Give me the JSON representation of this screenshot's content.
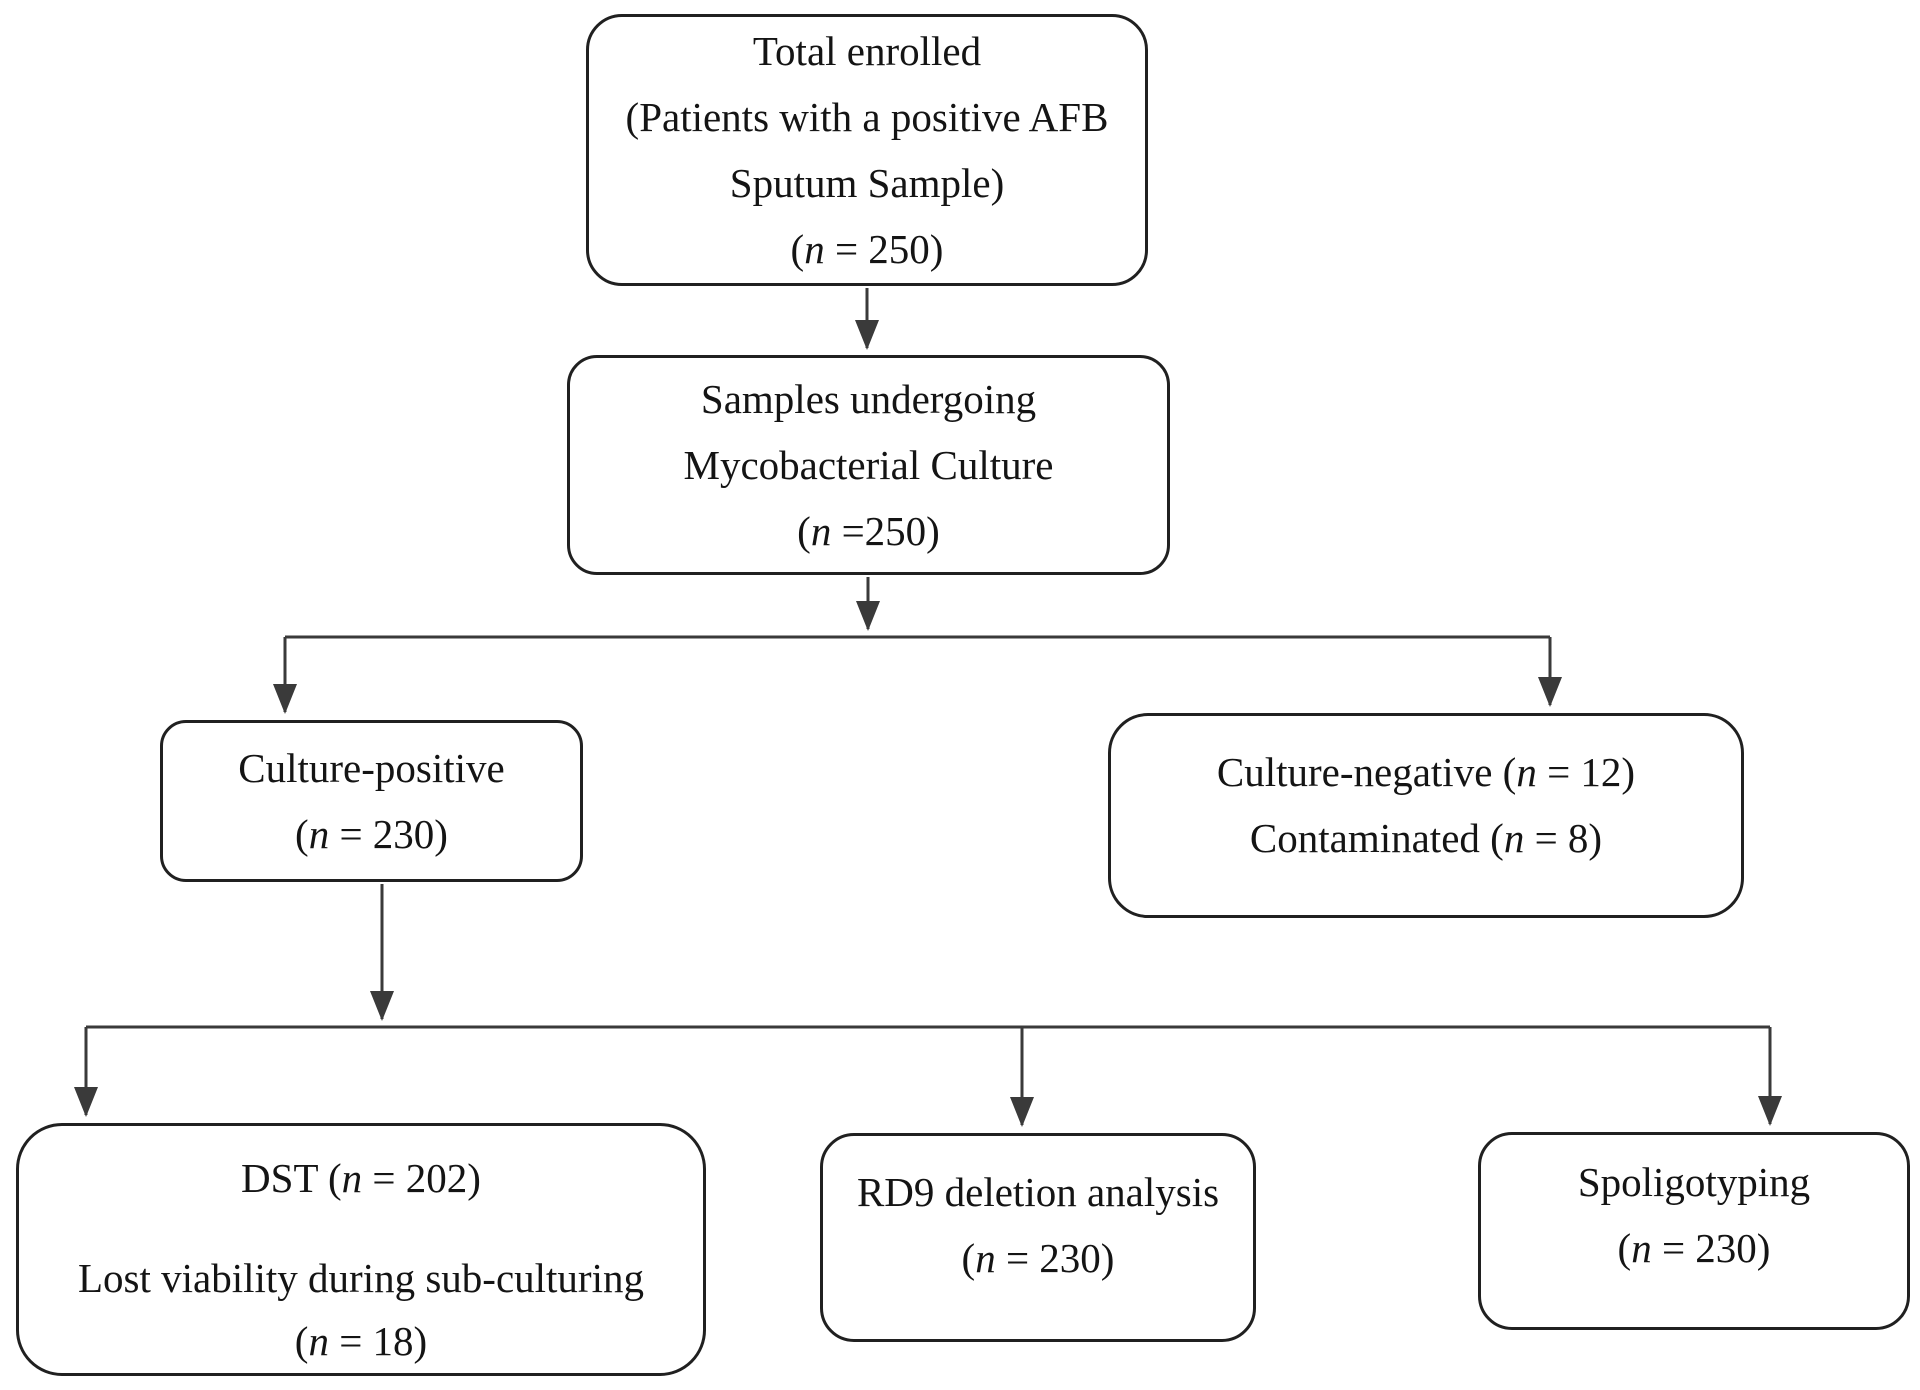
{
  "nodes": {
    "total_enrolled": {
      "lines": [
        "Total enrolled",
        "(Patients with a positive AFB",
        "Sputum Sample)",
        "(n = 250)"
      ]
    },
    "mycobacterial_culture": {
      "lines": [
        "Samples undergoing",
        "Mycobacterial Culture",
        "(n =250)"
      ]
    },
    "culture_positive": {
      "lines": [
        "Culture-positive",
        "(n = 230)"
      ]
    },
    "culture_negative": {
      "lines": [
        "Culture-negative (n = 12)",
        "Contaminated (n = 8)"
      ]
    },
    "dst": {
      "lines": [
        "DST (n = 202)",
        "Lost viability during sub-culturing",
        "(n = 18)"
      ]
    },
    "rd9": {
      "lines": [
        "RD9 deletion analysis",
        "(n = 230)"
      ]
    },
    "spoligotyping": {
      "lines": [
        "Spoligotyping",
        "(n = 230)"
      ]
    }
  },
  "colors": {
    "background": "#ffffff",
    "box_border": "#202020",
    "connector": "#3a3a3a",
    "text": "#141414"
  }
}
